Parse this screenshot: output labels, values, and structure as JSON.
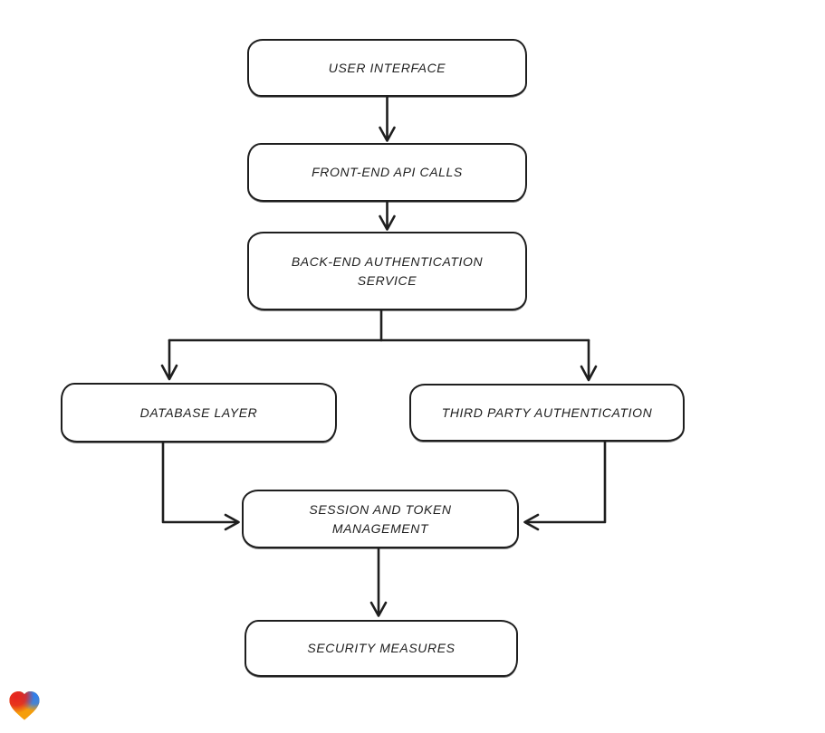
{
  "diagram": {
    "type": "flowchart",
    "style": "hand-drawn",
    "background_color": "#ffffff",
    "stroke_color": "#1e1e1e",
    "node_fill_color": "#ffffff",
    "nodes": [
      {
        "id": "user-interface",
        "label": "USER INTERFACE"
      },
      {
        "id": "front-end-api-calls",
        "label": "FRONT-END API CALLS"
      },
      {
        "id": "back-end-authentication-service",
        "label": "BACK-END AUTHENTICATION SERVICE"
      },
      {
        "id": "database-layer",
        "label": "DATABASE LAYER"
      },
      {
        "id": "third-party-authentication",
        "label": "THIRD PARTY AUTHENTICATION"
      },
      {
        "id": "session-and-token-management",
        "label": "SESSION AND TOKEN MANAGEMENT"
      },
      {
        "id": "security-measures",
        "label": "SECURITY MEASURES"
      }
    ],
    "edges": [
      {
        "from": "user-interface",
        "to": "front-end-api-calls",
        "arrow": "down"
      },
      {
        "from": "front-end-api-calls",
        "to": "back-end-authentication-service",
        "arrow": "down"
      },
      {
        "from": "back-end-authentication-service",
        "to": "database-layer",
        "arrow": "down"
      },
      {
        "from": "back-end-authentication-service",
        "to": "third-party-authentication",
        "arrow": "down"
      },
      {
        "from": "database-layer",
        "to": "session-and-token-management",
        "arrow": "right"
      },
      {
        "from": "third-party-authentication",
        "to": "session-and-token-management",
        "arrow": "left"
      },
      {
        "from": "session-and-token-management",
        "to": "security-measures",
        "arrow": "down"
      }
    ]
  },
  "branding": {
    "logo": "gradient-heart",
    "colors": {
      "red": "#e5231f",
      "orange": "#f59e0b",
      "blue": "#2d7ff0",
      "teal": "#43a361"
    }
  }
}
